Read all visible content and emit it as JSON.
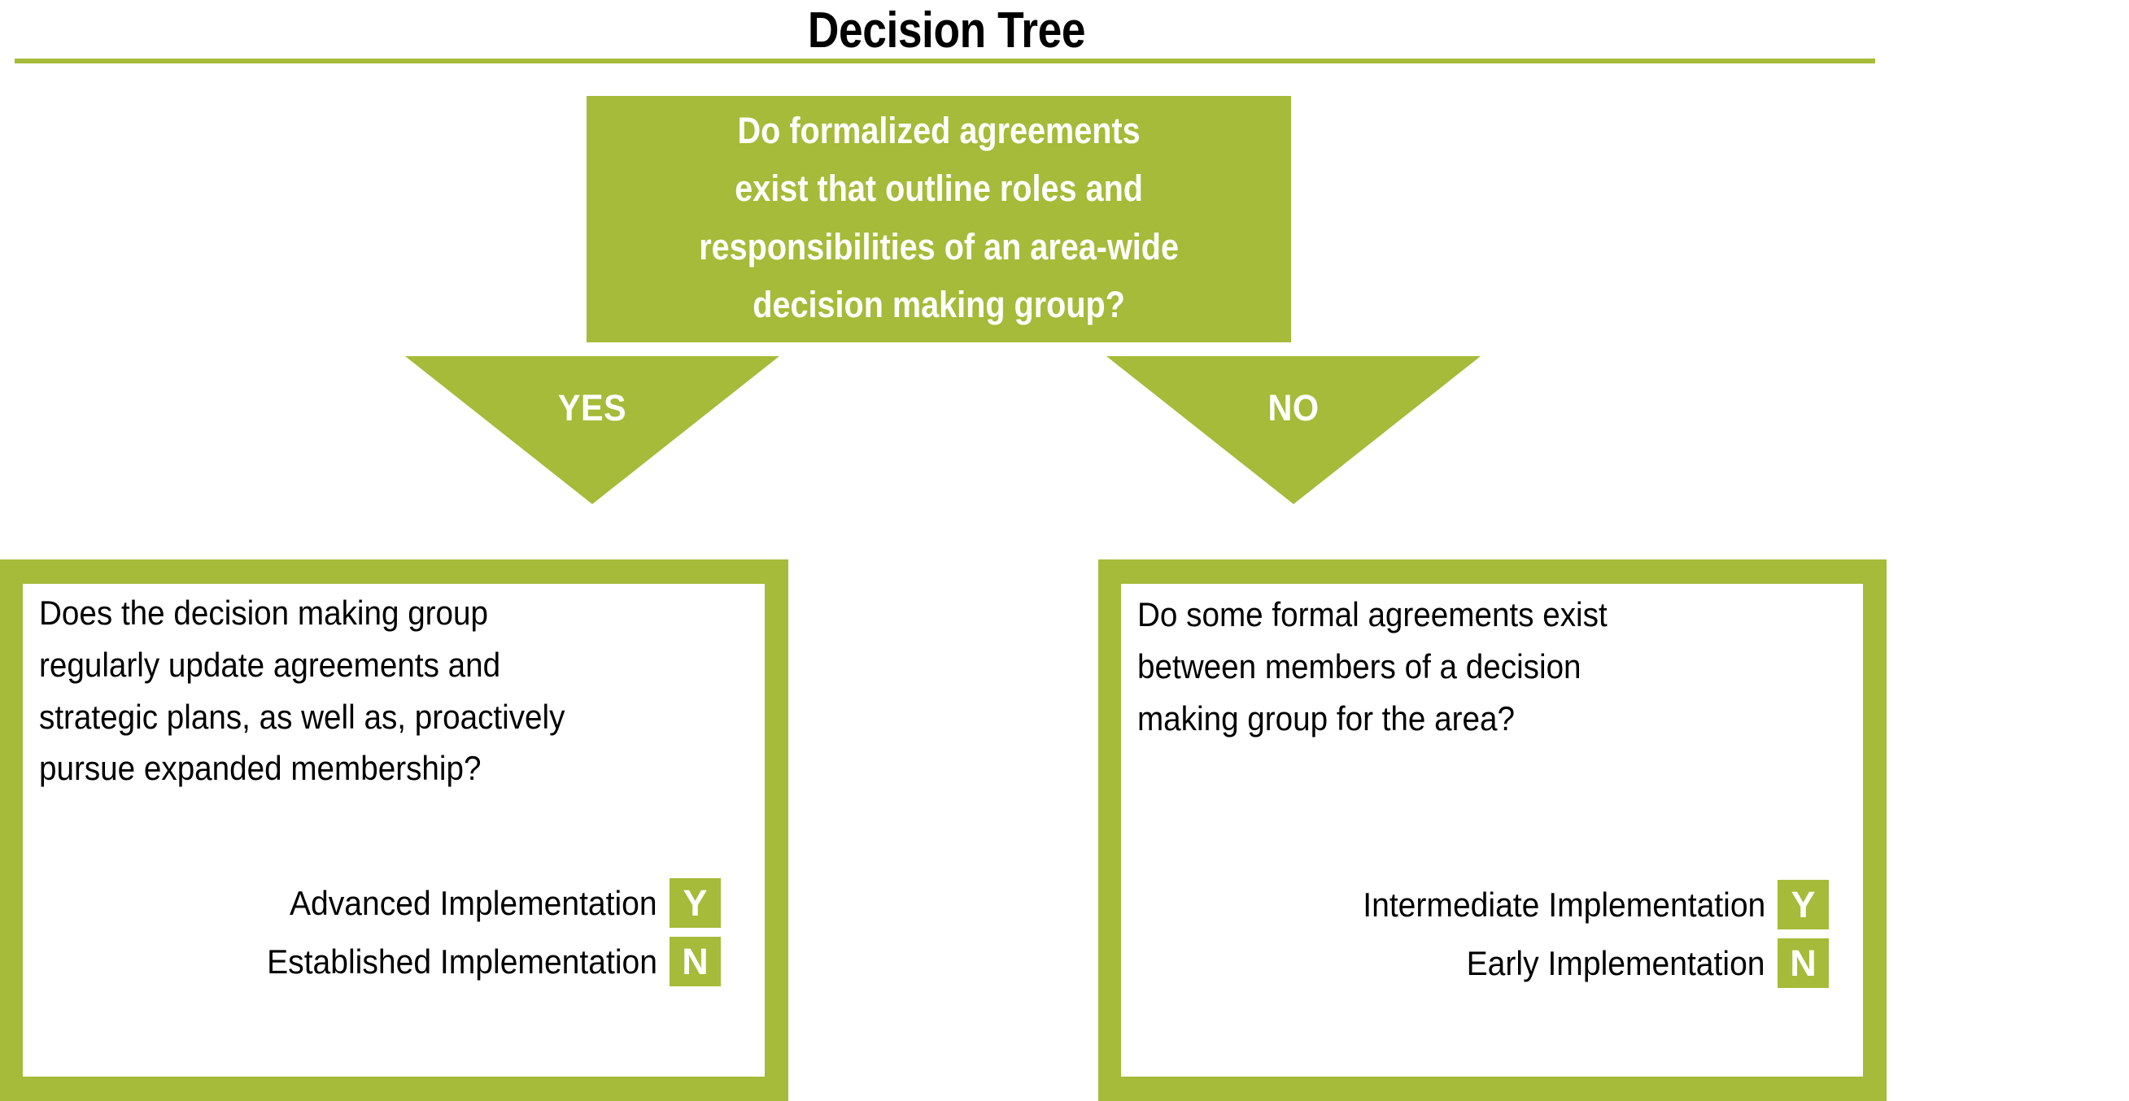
{
  "title": "Decision Tree",
  "accent_color": "#a5bb39",
  "text_color": "#000000",
  "root": {
    "question": "Do formalized agreements\nexist that outline roles and\nresponsibilities of an area-wide\ndecision making group?"
  },
  "branches": {
    "yes_label": "YES",
    "no_label": "NO"
  },
  "outcomes": [
    {
      "branch": "yes",
      "question": "Does the decision making group\nregularly update agreements and\nstrategic plans, as well as, proactively\npursue expanded membership?",
      "results": [
        {
          "label": "Advanced Implementation",
          "badge": "Y"
        },
        {
          "label": "Established Implementation",
          "badge": "N"
        }
      ]
    },
    {
      "branch": "no",
      "question": "Do some formal agreements exist\nbetween members of a decision\nmaking group for the area?",
      "results": [
        {
          "label": "Intermediate Implementation",
          "badge": "Y"
        },
        {
          "label": "Early Implementation",
          "badge": "N"
        }
      ]
    }
  ]
}
